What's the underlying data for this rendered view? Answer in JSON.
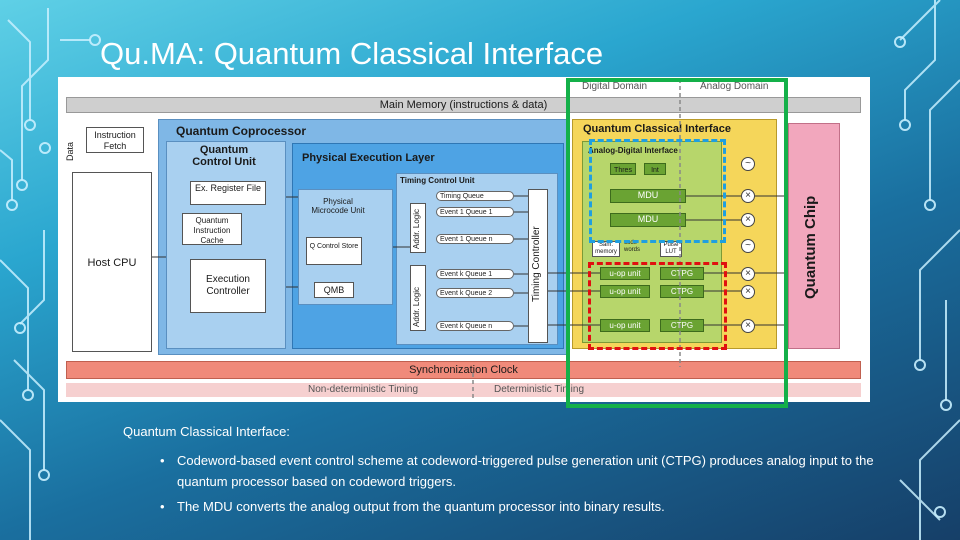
{
  "slide": {
    "title": "Qu.MA: Quantum Classical Interface",
    "caption": "Quantum Classical Interface:",
    "bullets": [
      "Codeword-based event control scheme at codeword-triggered pulse generation unit (CTPG) produces analog input to the quantum processor based on codeword triggers.",
      "The MDU converts the analog output from the quantum processor into binary results."
    ]
  },
  "diagram": {
    "main_memory": "Main Memory (instructions & data)",
    "data_label": "Data",
    "instruction_fetch": "Instruction Fetch",
    "host_cpu": "Host CPU",
    "quantum_coprocessor": "Quantum Coprocessor",
    "quantum_control_unit": "Quantum Control Unit",
    "ex_register_file": "Ex. Register File",
    "quantum_instruction_cache": "Quantum Instruction Cache",
    "execution_controller": "Execution Controller",
    "physical_execution_layer": "Physical Execution Layer",
    "physical_microcode_unit": "Physical Microcode Unit",
    "q_control_store": "Q Control Store",
    "qmb": "QMB",
    "timing_control_unit": "Timing Control Unit",
    "addr_logic": "Addr. Logic",
    "timing_queue": "Timing Queue",
    "event_queues_top": [
      "Event 1 Queue 1",
      "Event 1 Queue n"
    ],
    "event_queues_bottom": [
      "Event k Queue 1",
      "Event k Queue 2",
      "Event k Queue n"
    ],
    "timing_controller": "Timing Controller",
    "digital_domain": "Digital Domain",
    "analog_domain": "Analog Domain",
    "qci_label": "Quantum Classical Interface",
    "adi_label": "Analog-Digital Interface",
    "thres": "Thres",
    "int": "Int",
    "mdu": "MDU",
    "sam_memory": "Sam. memory",
    "code_words": "code words",
    "pulse_lut": "Pulse LUT",
    "uop_unit": "u-op unit",
    "ctpg": "CTPG",
    "quantum_chip": "Quantum Chip",
    "sync_clock": "Synchronization Clock",
    "nondeterministic": "Non-deterministic Timing",
    "deterministic": "Deterministic Timing"
  },
  "colors": {
    "highlight_green": "#14b049",
    "highlight_blue": "#1f9fe0",
    "highlight_red": "#e01010",
    "memory_gray": "#cfcfcf",
    "coprocessor_blue": "#7fb7e6",
    "pel_blue": "#4ea3e4",
    "qci_yellow": "#f5d65a",
    "adi_green": "#b7d66b",
    "chip_pink": "#f2a7bd",
    "sync_salmon": "#f08a7a"
  }
}
